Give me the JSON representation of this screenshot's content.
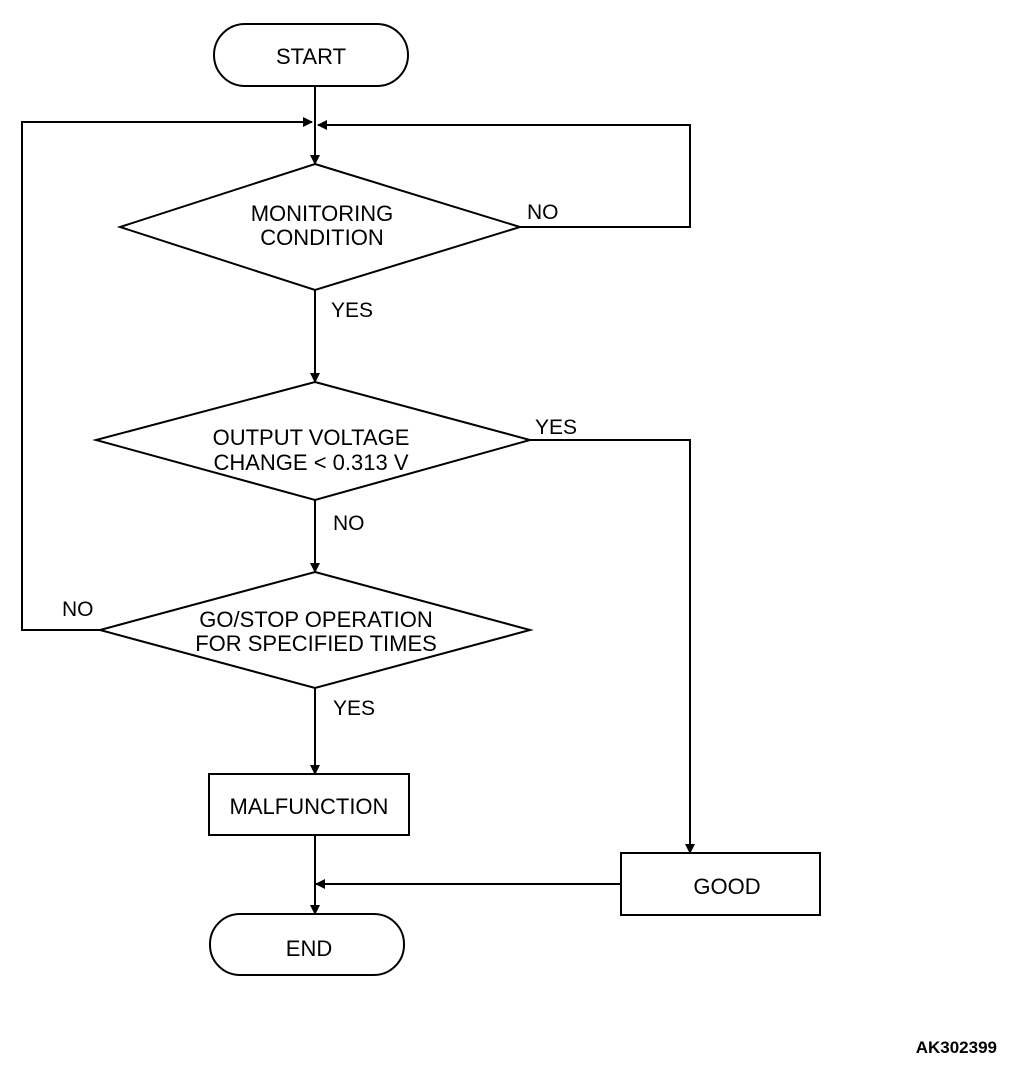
{
  "flowchart": {
    "nodes": {
      "start": "START",
      "monitoring": [
        "MONITORING",
        "CONDITION"
      ],
      "voltage": [
        "OUTPUT VOLTAGE",
        "CHANGE < 0.313 V"
      ],
      "gostop": [
        "GO/STOP OPERATION",
        "FOR SPECIFIED TIMES"
      ],
      "malfunction": "MALFUNCTION",
      "good": "GOOD",
      "end": "END"
    },
    "edge_labels": {
      "monitoring_no": "NO",
      "monitoring_yes": "YES",
      "voltage_yes": "YES",
      "voltage_no": "NO",
      "gostop_no": "NO",
      "gostop_yes": "YES"
    }
  },
  "figure_id": "AK302399",
  "colors": {
    "stroke": "#000000",
    "background": "#ffffff"
  }
}
